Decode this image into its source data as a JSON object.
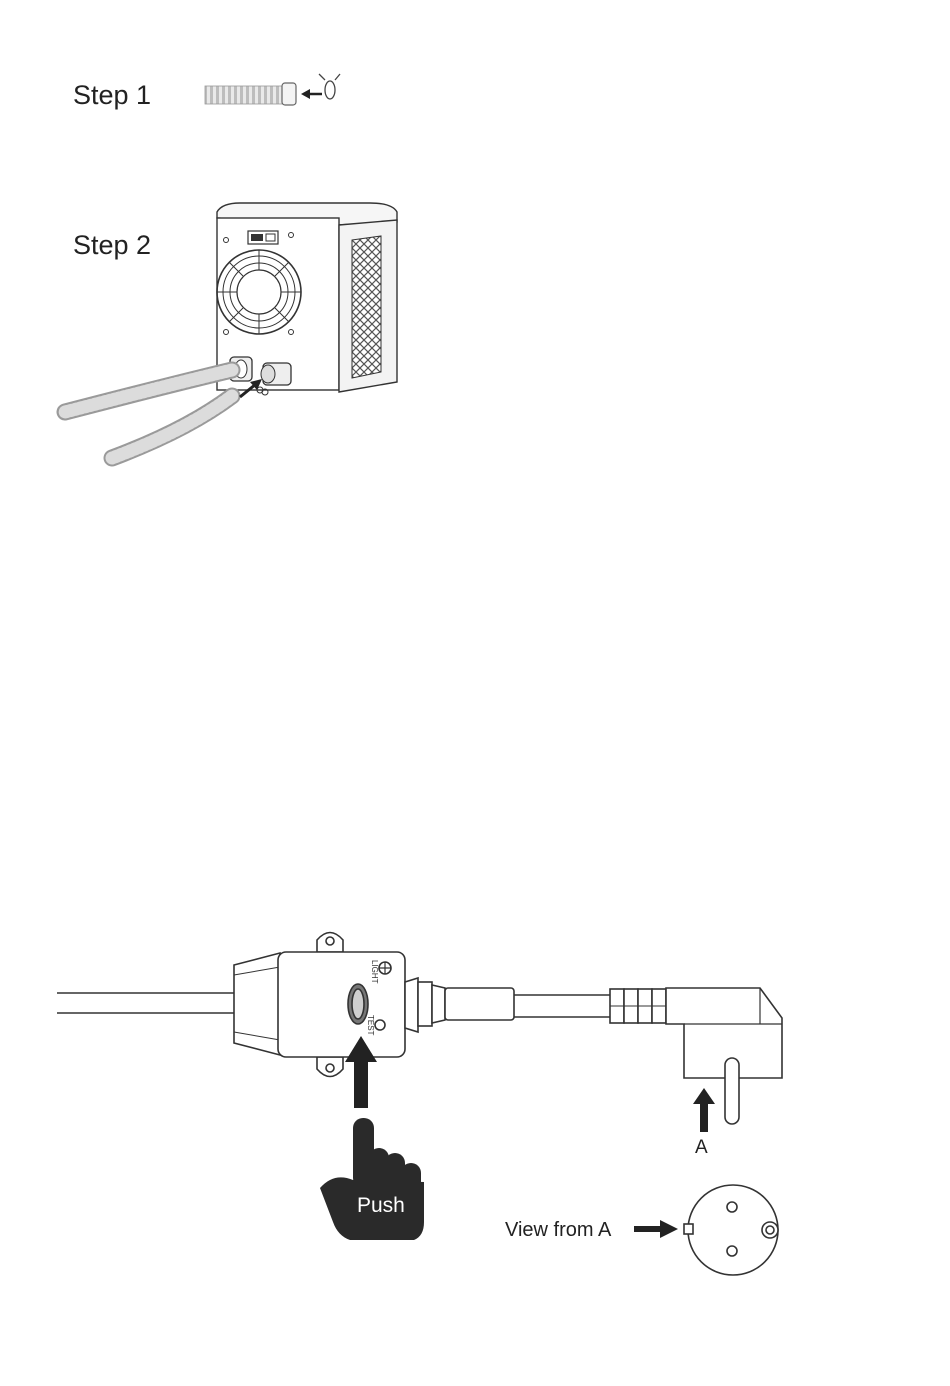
{
  "steps": [
    {
      "label": "Step 1"
    },
    {
      "label": "Step 2"
    }
  ],
  "rcd_device": {
    "light_label": "LIGHT",
    "test_label": "TEST",
    "push_label": "Push"
  },
  "plug": {
    "view_marker": "A",
    "view_caption": "View from A"
  },
  "icons": [
    "hose-icon",
    "hose-clamp-icon",
    "heat-pump-icon",
    "fan-icon",
    "rcd-plug-icon",
    "hand-push-icon",
    "schuko-plug-icon",
    "socket-face-icon"
  ],
  "colors": {
    "line": "#2b2b2b",
    "hand": "#2a2a2a",
    "grey": "#bdbdbd"
  }
}
